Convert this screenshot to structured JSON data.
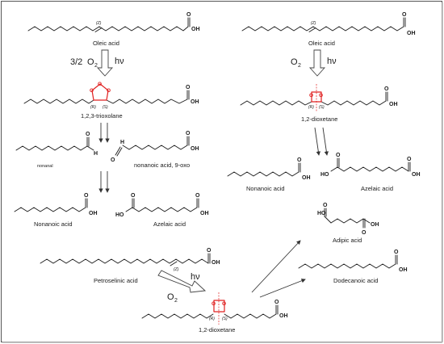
{
  "labels": {
    "oleic1": "Oleic acid",
    "oleic2": "Oleic acid",
    "trioxolane": "1,2,3-trioxolane",
    "dioxetane1": "1,2-dioxetane",
    "dioxetane2": "1,2-dioxetane",
    "nonanal": "nonanal",
    "oxo": "nonanoic acid, 9-oxo",
    "nonanoic1": "Nonanoic acid",
    "azelaic1": "Azelaic acid",
    "nonanoic2": "Nonanoic acid",
    "azelaic2": "Azelaic acid",
    "petroselinic": "Petroselinic acid",
    "adipic": "Adipic acid",
    "dodecanoic": "Dodecanoic acid"
  },
  "reagents": {
    "r1_coef": "3/2",
    "r1_o": "O",
    "r1_sub": "2",
    "hv": "hν",
    "r2_o": "O",
    "r2_sub": "2"
  },
  "atoms": {
    "oh": "OH",
    "ho": "HO",
    "o": "O",
    "h": "H"
  },
  "stereo": {
    "z": "(Z)",
    "r": "(R)",
    "s": "(S)"
  }
}
